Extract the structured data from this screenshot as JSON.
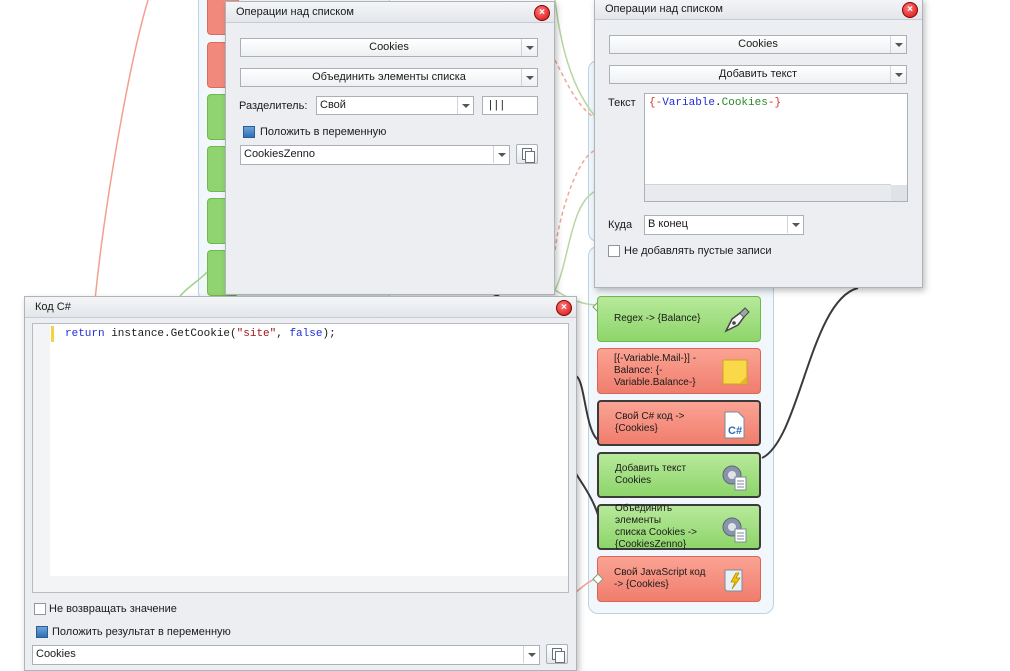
{
  "dialog_list_ops_left": {
    "title": "Операции над списком",
    "list_value": "Cookies",
    "operation_value": "Объединить элементы списка",
    "separator_label": "Разделитель:",
    "separator_value": "Свой",
    "separator_custom": "| | |",
    "put_to_var_label": "Положить в переменную",
    "put_to_var_checked": true,
    "variable_value": "CookiesZenno"
  },
  "dialog_list_ops_right": {
    "title": "Операции над списком",
    "list_value": "Cookies",
    "operation_value": "Добавить текст",
    "text_label": "Текст",
    "text_tokens": [
      "{-",
      "Variable",
      ".",
      "Cookies",
      "-}"
    ],
    "where_label": "Куда",
    "where_value": "В конец",
    "skip_empty_label": "Не добавлять пустые записи",
    "skip_empty_checked": false
  },
  "dialog_csharp": {
    "title": "Код C#",
    "code_keyword_return": "return",
    "code_middle": " instance.GetCookie(",
    "code_string": "\"site\"",
    "code_sep": ", ",
    "code_false": "false",
    "code_end": ");",
    "no_return_label": "Не возвращать значение",
    "no_return_checked": false,
    "put_result_label": "Положить результат в переменную",
    "put_result_checked": true,
    "variable_value": "Cookies"
  },
  "nodes": [
    {
      "label": "Regex -> {Balance}",
      "color": "green",
      "icon": "pen-nib-icon"
    },
    {
      "label": "[{-Variable.Mail-}] -\nBalance: {-\nVariable.Balance-}",
      "color": "red",
      "icon": "sticky-note-icon"
    },
    {
      "label": "Свой C# код ->\n{Cookies}",
      "color": "red",
      "icon": "csharp-file-icon"
    },
    {
      "label": "Добавить текст\nCookies",
      "color": "green",
      "icon": "gear-document-icon"
    },
    {
      "label": "Объединить элементы\nсписка Cookies ->\n{CookiesZenno}",
      "color": "green",
      "icon": "gear-document-icon"
    },
    {
      "label": "Свой JavaScript код\n-> {Cookies}",
      "color": "red",
      "icon": "script-scroll-icon"
    }
  ],
  "colors": {
    "node_green": "#8ed56b",
    "node_red": "#f07d6d",
    "dialog_bg": "#eceef1",
    "close_button": "#d10f0f",
    "code_keyword": "#1f2fd6",
    "code_string": "#a31515"
  }
}
